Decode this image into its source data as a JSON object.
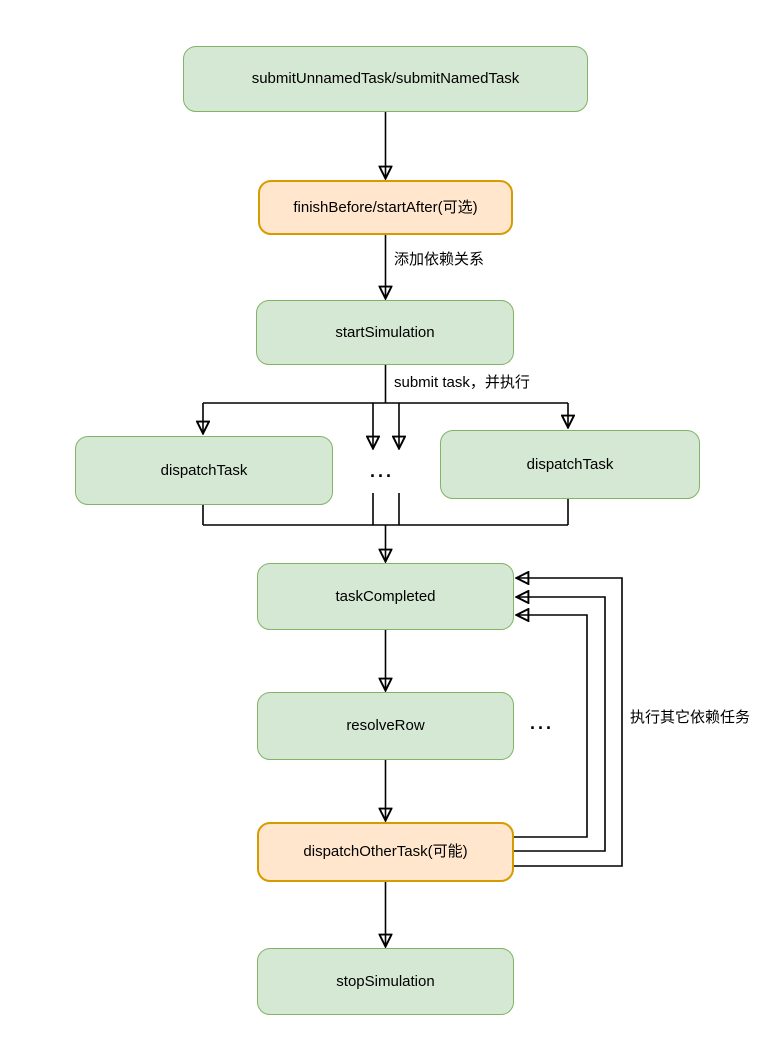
{
  "diagram": {
    "type": "flowchart",
    "nodes": {
      "submit_unnamed_task": {
        "label": "submitUnnamedTask/submitNamedTask",
        "style": "green"
      },
      "finish_before": {
        "label": "finishBefore/startAfter(可选)",
        "style": "orange"
      },
      "start_simulation": {
        "label": "startSimulation",
        "style": "green"
      },
      "dispatch_task_left": {
        "label": "dispatchTask",
        "style": "green"
      },
      "dispatch_task_right": {
        "label": "dispatchTask",
        "style": "green"
      },
      "task_completed": {
        "label": "taskCompleted",
        "style": "green"
      },
      "resolve_row": {
        "label": "resolveRow",
        "style": "green"
      },
      "dispatch_other_task": {
        "label": "dispatchOtherTask(可能)",
        "style": "orange"
      },
      "stop_simulation": {
        "label": "stopSimulation",
        "style": "green"
      }
    },
    "edge_labels": {
      "add_dependency": "添加依赖关系",
      "submit_and_execute": "submit task，并执行",
      "execute_other_dependent": "执行其它依赖任务",
      "ellipsis_branches": "...",
      "ellipsis_resolve": "..."
    },
    "colors": {
      "green_fill": "#d5e8d4",
      "green_border": "#82b366",
      "orange_fill": "#ffe6cc",
      "orange_border": "#d79b00",
      "connector": "#000000",
      "background": "#ffffff"
    }
  }
}
